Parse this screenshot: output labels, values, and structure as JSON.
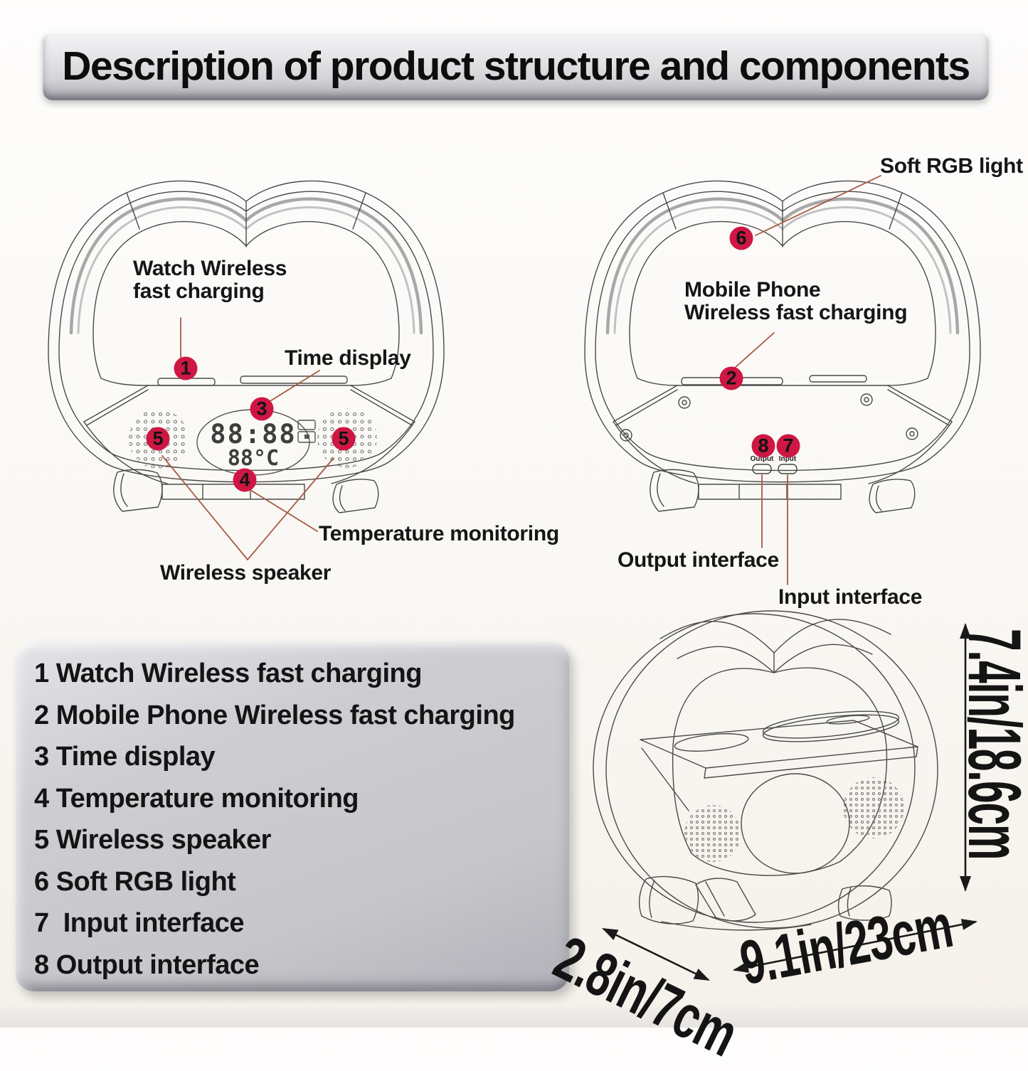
{
  "title": "Description of product structure and components",
  "front_view": {
    "watch_label_line1": "Watch Wireless",
    "watch_label_line2": "fast charging",
    "time_label": "Time display",
    "temperature_label": "Temperature monitoring",
    "speaker_label": "Wireless speaker",
    "lcd_time": "88:88",
    "lcd_temp": "88°C",
    "badges": {
      "watch": "1",
      "time": "3",
      "temperature": "4",
      "speaker_left": "5",
      "speaker_right": "5"
    }
  },
  "back_view": {
    "rgb_label": "Soft RGB light",
    "mobile_label_line1": "Mobile Phone",
    "mobile_label_line2": "Wireless fast charging",
    "output_interface_label": "Output interface",
    "input_interface_label": "Input interface",
    "output_port_caption": "Output",
    "input_port_caption": "Input",
    "badges": {
      "rgb": "6",
      "mobile": "2",
      "output": "8",
      "input": "7"
    }
  },
  "legend": {
    "items": [
      "1 Watch Wireless fast charging",
      "2 Mobile Phone Wireless fast charging",
      "3 Time display",
      "4 Temperature monitoring",
      "5 Wireless speaker",
      "6 Soft RGB light",
      "7  Input interface",
      "8 Output interface"
    ]
  },
  "dimensions": {
    "height": "7.4in/18.6cm",
    "width": "9.1in/23cm",
    "depth": "2.8in/7cm"
  },
  "colors": {
    "badge": "#ce1743",
    "callout_line": "#a65a43",
    "ink": "#1a1a1a"
  }
}
